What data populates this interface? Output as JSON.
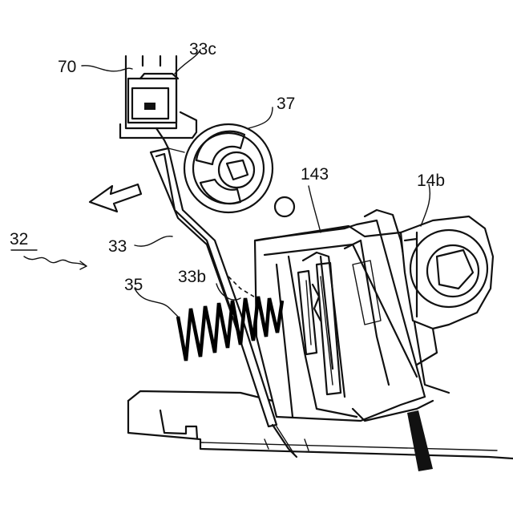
{
  "labels": {
    "ref_70": "70",
    "ref_33c": "33c",
    "ref_37": "37",
    "ref_143": "143",
    "ref_14b": "14b",
    "ref_32": "32",
    "ref_33": "33",
    "ref_33b": "33b",
    "ref_35": "35"
  },
  "colors": {
    "ink": "#111111",
    "background": "#ffffff"
  }
}
